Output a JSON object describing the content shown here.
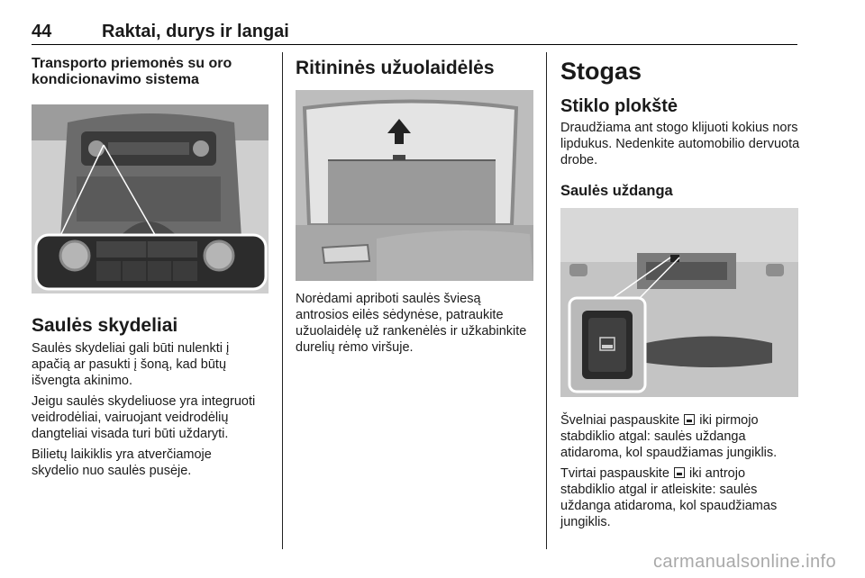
{
  "header": {
    "page_number": "44",
    "chapter_title": "Raktai, durys ir langai"
  },
  "col1": {
    "heading_small": "Transporto priemonės su oro kondicionavimo sistema",
    "section_title": "Saulės skydeliai",
    "paragraphs": [
      "Saulės skydeliai gali būti nulenkti į apačią ar pasukti į šoną, kad būtų išvengta akinimo.",
      "Jeigu saulės skydeliuose yra integruoti veidrodėliai, vairuojant veidrodėlių dangteliai visada turi būti uždaryti.",
      "Bilietų laikiklis yra atverčiamoje skydelio nuo saulės pusėje."
    ]
  },
  "col2": {
    "section_title": "Ritininės užuolaidėlės",
    "paragraph": "Norėdami apriboti saulės šviesą antrosios eilės sėdynėse, patraukite užuolaidėlę už rankenėlės ir užkabinkite durelių rėmo viršuje."
  },
  "col3": {
    "chapter_title": "Stogas",
    "subsection_1": "Stiklo plokštė",
    "paragraph_1": "Draudžiama ant stogo klijuoti kokius nors lipdukus. Nedenkite automobilio dervuota drobe.",
    "subsection_2": "Saulės uždanga",
    "paragraph_2a_pre": "Švelniai paspauskite",
    "paragraph_2a_post": "iki pirmojo stabdiklio atgal: saulės uždanga atidaroma, kol spaudžiamas jungiklis.",
    "paragraph_2b_pre": "Tvirtai paspauskite",
    "paragraph_2b_post": "iki antrojo stabdiklio atgal ir atleiskite: saulės uždanga atidaroma, kol spaudžiamas jungiklis."
  },
  "icons": [
    "sunshade-switch-icon"
  ],
  "footer": {
    "watermark": "carmanualsonline.info"
  }
}
